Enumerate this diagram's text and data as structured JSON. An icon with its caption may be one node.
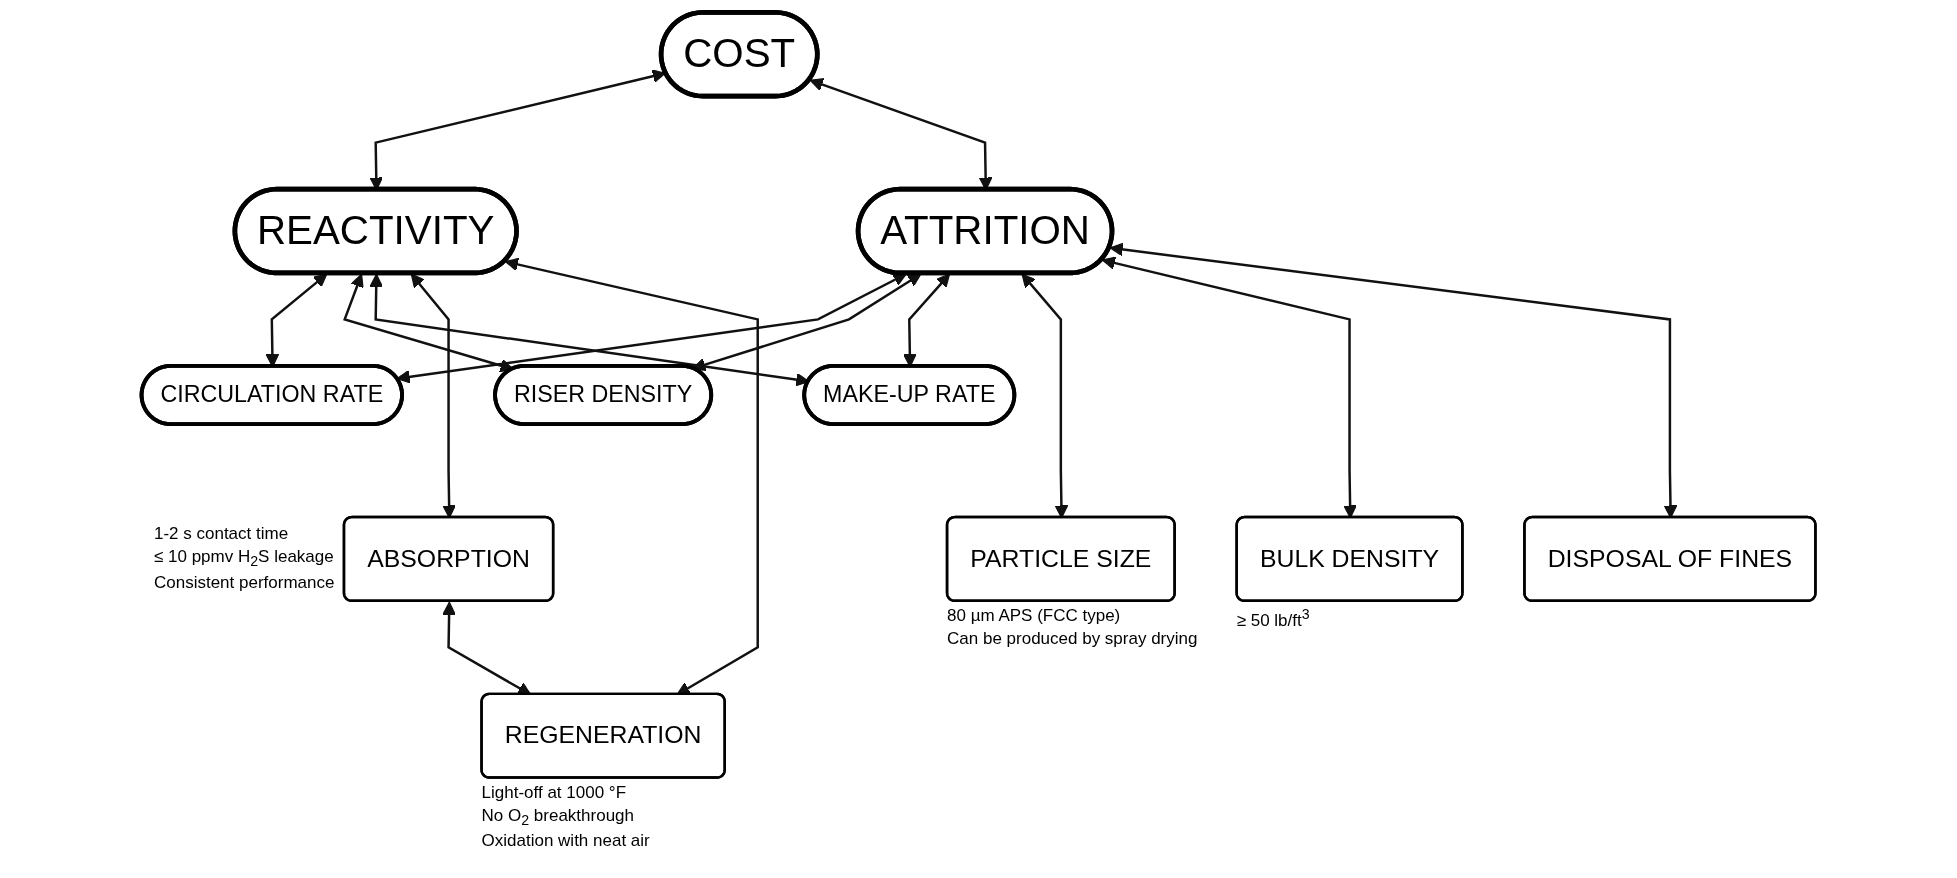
{
  "diagram": {
    "nodes": [
      {
        "text": [
          "COST"
        ]
      },
      {
        "text": [
          "REACTIVITY"
        ]
      },
      {
        "text": [
          "CIRCULATION RATE"
        ]
      },
      {
        "text": [
          "ATTRITION"
        ]
      },
      {
        "text": [
          "RISER DENSITY"
        ]
      },
      {
        "text": [
          "MAKE-UP RATE"
        ]
      },
      {
        "text": [
          "ABSORPTION"
        ],
        "beside": [
          "1-2 s contact time",
          "≤ 10 ppmv H$_{2}$S leakage",
          "Consistent performance"
        ]
      },
      {
        "text": [
          "REGENERATION"
        ],
        "beside": [
          "Light-off at 1000 °F",
          "No O$_{2}$ breakthrough",
          "Oxidation with neat air"
        ]
      },
      {
        "text": [
          "PARTICLE SIZE"
        ],
        "beside": [
          "80 µm APS (FCC type)",
          "Can be produced by spray drying"
        ]
      },
      {
        "text": [
          "BULK DENSITY"
        ],
        "beside": [
          "≥ 50 lb/ft$^{3}$"
        ]
      },
      {
        "text": [
          "DISPOSAL OF FINES"
        ]
      }
    ],
    "edges": [
      {
        "from": 0,
        "to": 1,
        "arrow": "both"
      },
      {
        "from": 0,
        "to": 3,
        "arrow": "both"
      },
      {
        "from": 1,
        "to": 2,
        "arrow": "both"
      },
      {
        "from": 3,
        "to": 2,
        "arrow": "both"
      },
      {
        "from": 1,
        "to": 4,
        "arrow": "both"
      },
      {
        "from": 3,
        "to": 4,
        "arrow": "both"
      },
      {
        "from": 1,
        "to": 5,
        "arrow": "both"
      },
      {
        "from": 3,
        "to": 5,
        "arrow": "both"
      },
      {
        "from": 1,
        "to": 6,
        "arrow": "both"
      },
      {
        "from": 1,
        "to": 7,
        "arrow": "both"
      },
      {
        "from": 6,
        "to": 7,
        "arrow": "both"
      },
      {
        "from": 3,
        "to": 8,
        "arrow": "both"
      },
      {
        "from": 3,
        "to": 9,
        "arrow": "both"
      },
      {
        "from": 3,
        "to": 10,
        "arrow": "both"
      }
    ]
  }
}
